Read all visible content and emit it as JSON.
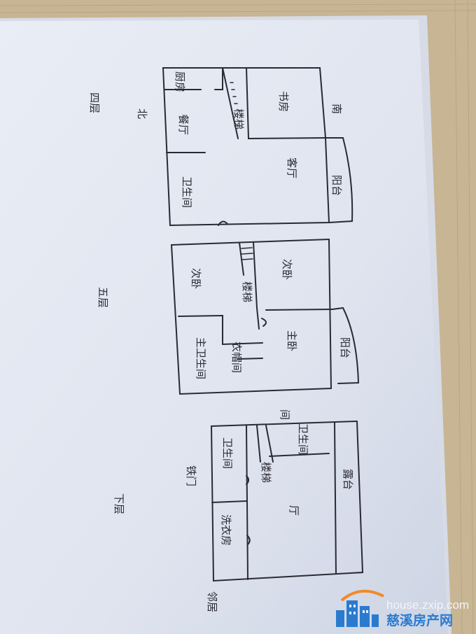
{
  "floors": [
    {
      "label": "四层",
      "directions": {
        "north": "北",
        "south": "南"
      },
      "rooms": [
        "厨房",
        "餐厅",
        "楼梯",
        "书房",
        "客厅",
        "阳台",
        "卫生间"
      ]
    },
    {
      "label": "五层",
      "rooms": [
        "次卧",
        "次卧",
        "楼梯",
        "主卧",
        "阳台",
        "主卫生间",
        "衣帽间"
      ]
    },
    {
      "label": "下层",
      "rooms": [
        "卫生间",
        "洗衣房",
        "楼梯",
        "厅",
        "露台",
        "卫生间",
        "间"
      ],
      "outside": [
        "铁门",
        "邻居"
      ]
    }
  ],
  "watermark": {
    "url": "house.zxip.com",
    "name": "慈溪房产网"
  },
  "colors": {
    "paper": "#e3e8f2",
    "ink": "#2a2a33",
    "wood": "#c8b594",
    "brand_blue": "#2a7bd0",
    "brand_orange": "#f08a2a"
  }
}
